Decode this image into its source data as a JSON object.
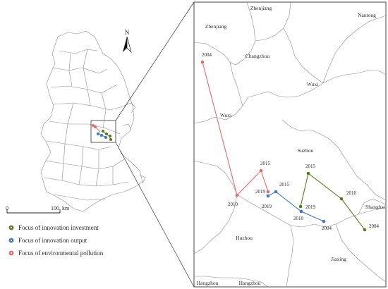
{
  "north_label": "N",
  "scale_bar": {
    "start": "0",
    "end": "100",
    "unit": "km"
  },
  "cities": [
    {
      "name": "Zhenjiang"
    },
    {
      "name": "Zhenjiang"
    },
    {
      "name": "Nantong"
    },
    {
      "name": "Changzhou"
    },
    {
      "name": "Wuxi"
    },
    {
      "name": "Wuxi"
    },
    {
      "name": "Suzhou"
    },
    {
      "name": "Shanghai"
    },
    {
      "name": "Huzhou"
    },
    {
      "name": "Jiaxing"
    },
    {
      "name": "Hangzhou"
    },
    {
      "name": "Hangzhou"
    }
  ],
  "legend": {
    "investment": "Focus of innovation investment",
    "output": "Focus of innovation output",
    "pollution": "Focus of environmental pollution"
  },
  "colors": {
    "investment": "#5a7a1e",
    "output": "#3f78c8",
    "pollution": "#e86a6a",
    "boundary": "#8c8c8c"
  },
  "trajectories": {
    "pollution": [
      "2004",
      "2010",
      "2015",
      "2019"
    ],
    "output": [
      "2019",
      "2015",
      "2010",
      "2004"
    ],
    "investment": [
      "2019",
      "2015",
      "2010",
      "2004"
    ]
  }
}
